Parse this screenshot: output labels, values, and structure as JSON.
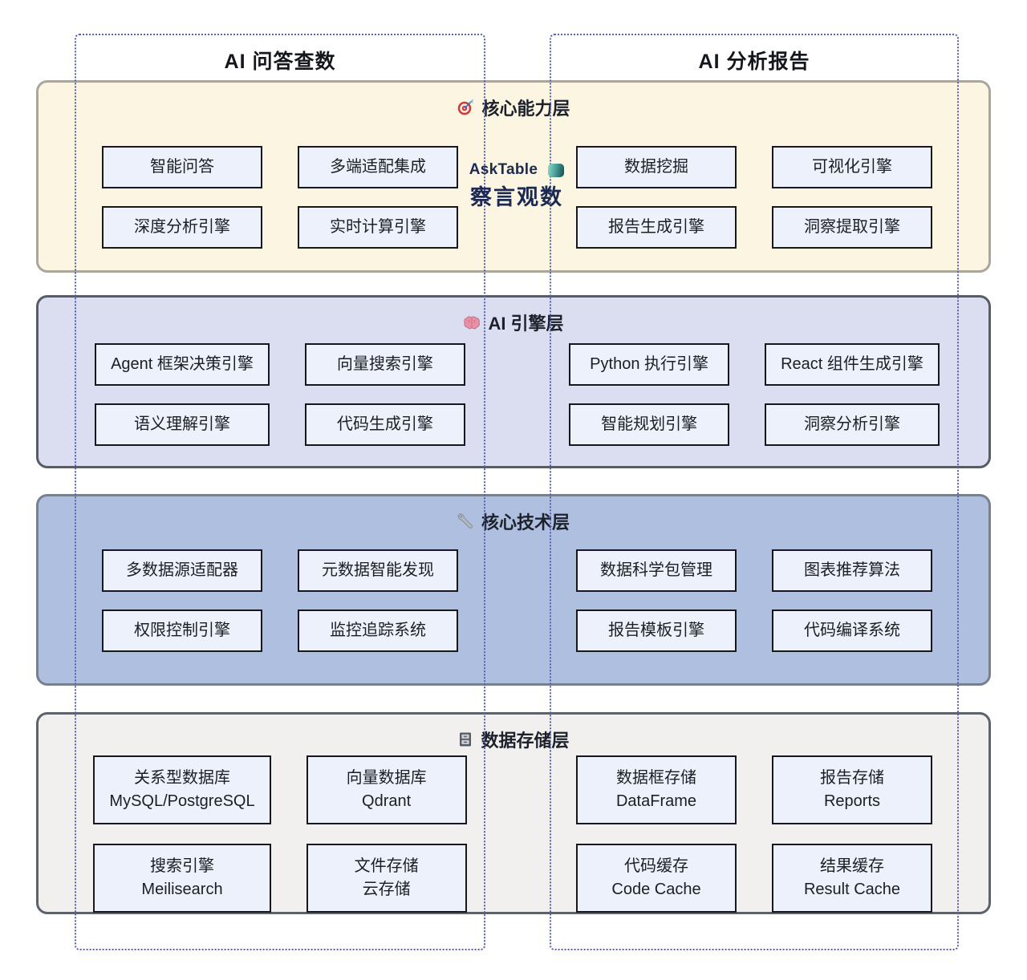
{
  "columns": [
    {
      "label": "AI 问答查数"
    },
    {
      "label": "AI 分析报告"
    }
  ],
  "logo": {
    "name": "AskTable",
    "cn": "察言观数",
    "icon": "teal-database-icon",
    "text_color": "#1C2A52"
  },
  "layers": [
    {
      "id": "capability",
      "icon": "target-icon",
      "title": "核心能力层",
      "bg": "#FBF5E1",
      "border": "#ABA69C",
      "left": [
        "智能问答",
        "多端适配集成",
        "深度分析引擎",
        "实时计算引擎"
      ],
      "right": [
        "数据挖掘",
        "可视化引擎",
        "报告生成引擎",
        "洞察提取引擎"
      ]
    },
    {
      "id": "ai-engine",
      "icon": "brain-icon",
      "title": "AI 引擎层",
      "bg": "#DBDEF0",
      "border": "#585C64",
      "left": [
        "Agent 框架决策引擎",
        "向量搜索引擎",
        "语义理解引擎",
        "代码生成引擎"
      ],
      "right": [
        "Python 执行引擎",
        "React 组件生成引擎",
        "智能规划引擎",
        "洞察分析引擎"
      ]
    },
    {
      "id": "core-tech",
      "icon": "wrench-icon",
      "title": "核心技术层",
      "bg": "#AEBFDF",
      "border": "#79808D",
      "left": [
        "多数据源适配器",
        "元数据智能发现",
        "权限控制引擎",
        "监控追踪系统"
      ],
      "right": [
        "数据科学包管理",
        "图表推荐算法",
        "报告模板引擎",
        "代码编译系统"
      ]
    },
    {
      "id": "storage",
      "icon": "cabinet-icon",
      "title": "数据存储层",
      "bg": "#F1F0EE",
      "border": "#5D636C",
      "left": [
        {
          "line1": "关系型数据库",
          "line2": "MySQL/PostgreSQL"
        },
        {
          "line1": "向量数据库",
          "line2": "Qdrant"
        },
        {
          "line1": "搜索引擎",
          "line2": "Meilisearch"
        },
        {
          "line1": "文件存储",
          "line2": "云存储"
        }
      ],
      "right": [
        {
          "line1": "数据框存储",
          "line2": "DataFrame"
        },
        {
          "line1": "报告存储",
          "line2": "Reports"
        },
        {
          "line1": "代码缓存",
          "line2": "Code Cache"
        },
        {
          "line1": "结果缓存",
          "line2": "Result Cache"
        }
      ]
    }
  ],
  "colors": {
    "dotted_border": "#575FAE",
    "box_bg": "#EDF1FB",
    "box_border": "#16181E",
    "title_text": "#1d212b"
  }
}
